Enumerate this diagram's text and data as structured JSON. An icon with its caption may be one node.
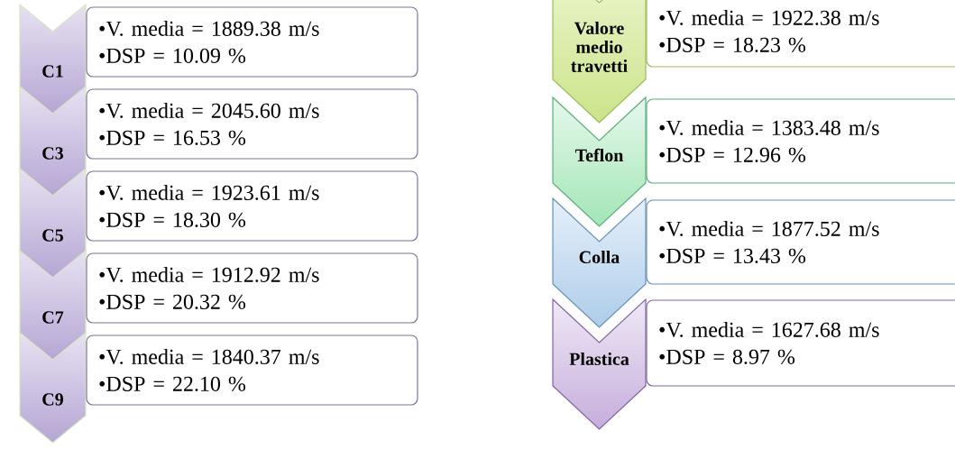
{
  "diagram": {
    "nodes": [
      {
        "text": [
          "C1"
        ]
      },
      {
        "text": [
          "•V. media = 1889.38 m/s",
          "•DSP = 10.09 %"
        ]
      },
      {
        "text": [
          "C3"
        ]
      },
      {
        "text": [
          "•V. media = 2045.60 m/s",
          "•DSP = 16.53 %"
        ]
      },
      {
        "text": [
          "C5"
        ]
      },
      {
        "text": [
          "•V. media = 1923.61 m/s",
          "•DSP = 18.30 %"
        ]
      },
      {
        "text": [
          "C7"
        ]
      },
      {
        "text": [
          "•V. media = 1912.92 m/s",
          "•DSP = 20.32 %"
        ]
      },
      {
        "text": [
          "C9"
        ]
      },
      {
        "text": [
          "•V. media = 1840.37 m/s",
          "•DSP = 22.10 %"
        ]
      },
      {
        "text": [
          "Valore medio travetti"
        ]
      },
      {
        "text": [
          "•V. media = 1922.38 m/s",
          "•DSP = 18.23 %"
        ]
      },
      {
        "text": [
          "Teflon"
        ]
      },
      {
        "text": [
          "•V. media = 1383.48 m/s",
          "•DSP = 12.96 %"
        ]
      },
      {
        "text": [
          "Colla"
        ]
      },
      {
        "text": [
          "•V. media = 1877.52 m/s",
          "•DSP = 13.43 %"
        ]
      },
      {
        "text": [
          "Plastica"
        ]
      },
      {
        "text": [
          "•V. media = 1627.68 m/s",
          "•DSP = 8.97 %"
        ]
      }
    ]
  }
}
